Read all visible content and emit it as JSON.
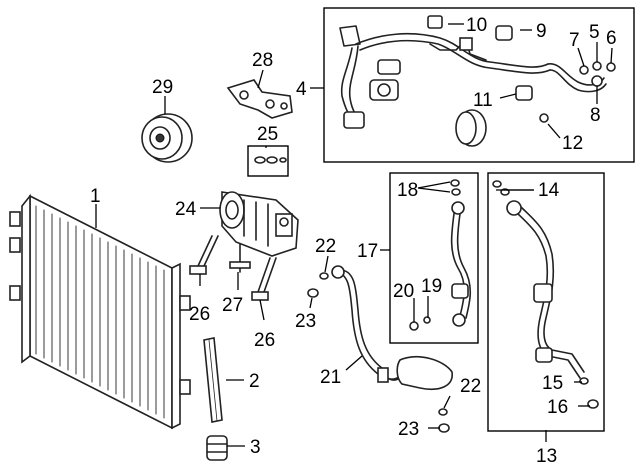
{
  "callouts": {
    "c1": "1",
    "c2": "2",
    "c3": "3",
    "c4": "4",
    "c5": "5",
    "c6": "6",
    "c7": "7",
    "c8": "8",
    "c9": "9",
    "c10": "10",
    "c11": "11",
    "c12": "12",
    "c13": "13",
    "c14": "14",
    "c15": "15",
    "c16": "16",
    "c17": "17",
    "c18": "18",
    "c19": "19",
    "c20": "20",
    "c21": "21",
    "c22a": "22",
    "c22b": "22",
    "c23a": "23",
    "c23b": "23",
    "c24": "24",
    "c25": "25",
    "c26a": "26",
    "c26b": "26",
    "c27": "27",
    "c28": "28",
    "c29": "29"
  },
  "parts": [
    {
      "ref": "1",
      "icon": "condenser-icon"
    },
    {
      "ref": "2",
      "icon": "seal-strip-icon"
    },
    {
      "ref": "3",
      "icon": "grommet-icon"
    },
    {
      "ref": "4",
      "icon": "hose-assembly-icon"
    },
    {
      "ref": "13",
      "icon": "liquid-line-icon"
    },
    {
      "ref": "17",
      "icon": "suction-line-icon"
    },
    {
      "ref": "21",
      "icon": "discharge-hose-icon"
    },
    {
      "ref": "24",
      "icon": "compressor-icon"
    },
    {
      "ref": "25",
      "icon": "seal-kit-icon"
    },
    {
      "ref": "26",
      "icon": "bolt-icon"
    },
    {
      "ref": "27",
      "icon": "stud-icon"
    },
    {
      "ref": "28",
      "icon": "bracket-icon"
    },
    {
      "ref": "29",
      "icon": "clutch-pulley-icon"
    }
  ]
}
